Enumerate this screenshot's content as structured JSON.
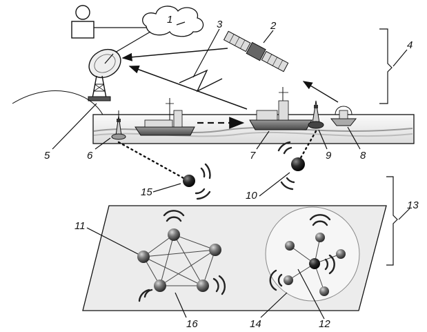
{
  "labels": {
    "n1": "1",
    "n2": "2",
    "n3": "3",
    "n4": "4",
    "n5": "5",
    "n6": "6",
    "n7": "7",
    "n8": "8",
    "n9": "9",
    "n10": "10",
    "n11": "11",
    "n12": "12",
    "n13": "13",
    "n14": "14",
    "n15": "15",
    "n16": "16"
  },
  "colors": {
    "ink": "#111111",
    "sea_panel": "#f2f2f2",
    "seabed": "#ececec",
    "node_fill": "#5a5a5a",
    "buoy_dark": "#1a1a1a"
  },
  "icons": [
    "operator-person-icon",
    "cloud-network-icon",
    "satellite-icon",
    "ground-station-antenna-icon",
    "ship-icon",
    "buoy-icon",
    "sensor-node-icon",
    "radio-wave-icon"
  ]
}
